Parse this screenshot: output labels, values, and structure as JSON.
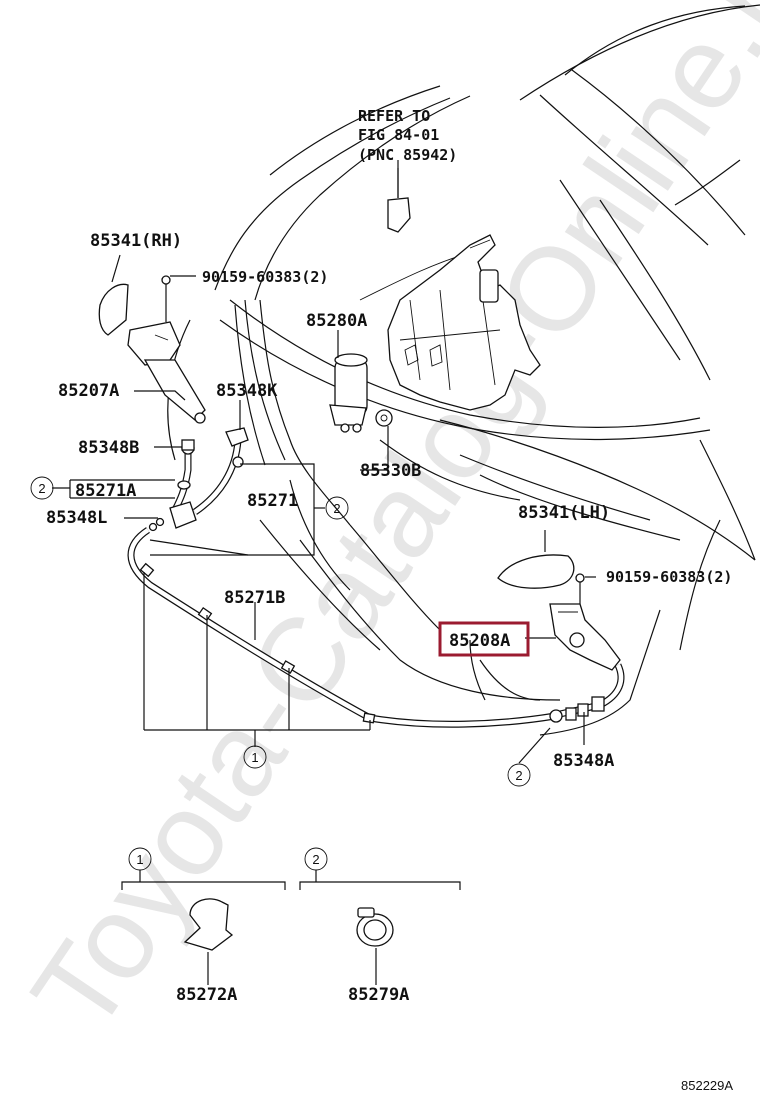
{
  "watermark": "Toyota-Catalog-Online.ru",
  "refer": {
    "line1": "REFER TO",
    "line2": "FIG 84-01",
    "line3": "(PNC 85942)"
  },
  "parts": {
    "p85341_rh": "85341(RH)",
    "p90159_top": "90159-60383(2)",
    "p85280a": "85280A",
    "p85207a": "85207A",
    "p85348k": "85348K",
    "p85348b": "85348B",
    "p85330b": "85330B",
    "p85271a": "85271A",
    "p85271": "85271",
    "p85348l": "85348L",
    "p85341_lh": "85341(LH)",
    "p90159_right": "90159-60383(2)",
    "p85271b": "85271B",
    "p85208a": "85208A",
    "p85348a": "85348A",
    "p85272a": "85272A",
    "p85279a": "85279A"
  },
  "callouts": {
    "c1": "1",
    "c2": "2"
  },
  "highlight_color": "#9b1b30",
  "figure_id": "852229A"
}
